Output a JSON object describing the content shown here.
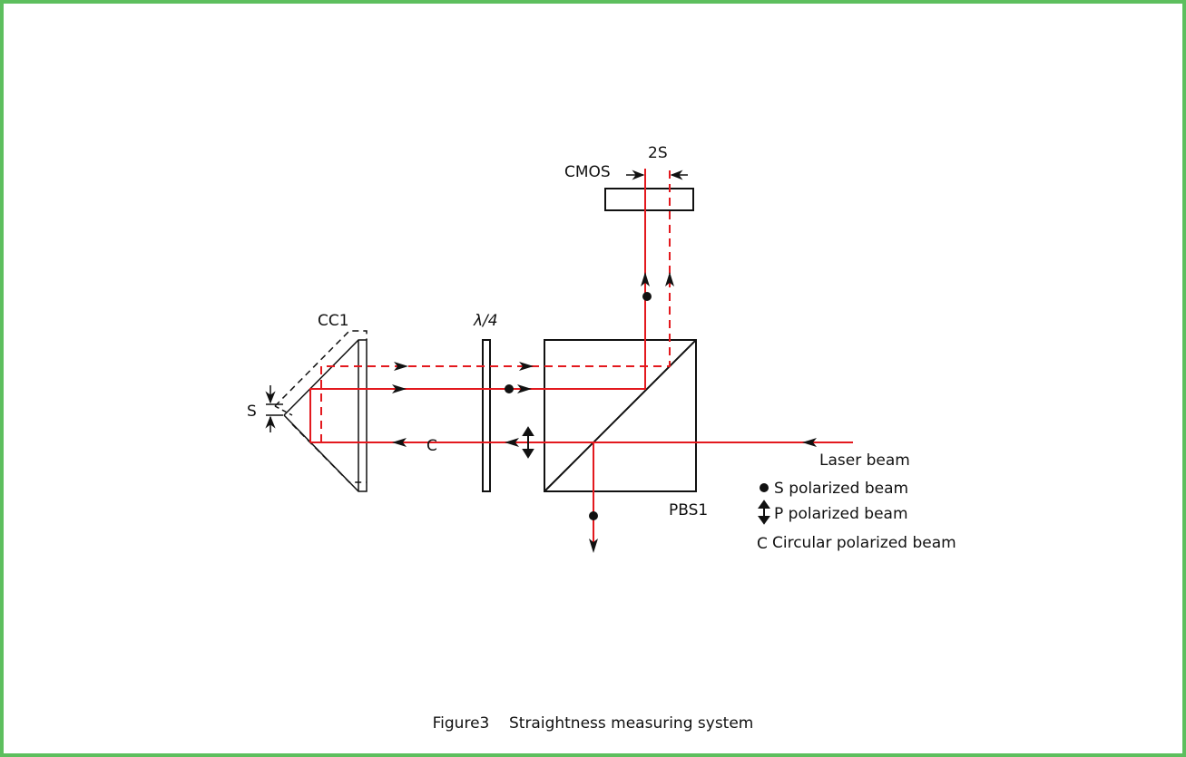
{
  "colors": {
    "beam": "#e3191e",
    "frame": "#5dbf5e",
    "optics": "#111111"
  },
  "labels": {
    "cmos": "CMOS",
    "two_s": "2S",
    "cc1": "CC1",
    "lambda": "λ/4",
    "s": "S",
    "pbs1": "PBS1",
    "laser_beam": "Laser beam",
    "c_symbol": "C"
  },
  "legend": [
    {
      "symbol": "dot-icon",
      "text": "S polarized beam"
    },
    {
      "symbol": "double-arrow-icon",
      "text": "P polarized beam"
    },
    {
      "symbol": "c-icon",
      "text": "Circular polarized beam"
    }
  ],
  "caption": {
    "figure": "Figure3",
    "title": "Straightness measuring system"
  }
}
